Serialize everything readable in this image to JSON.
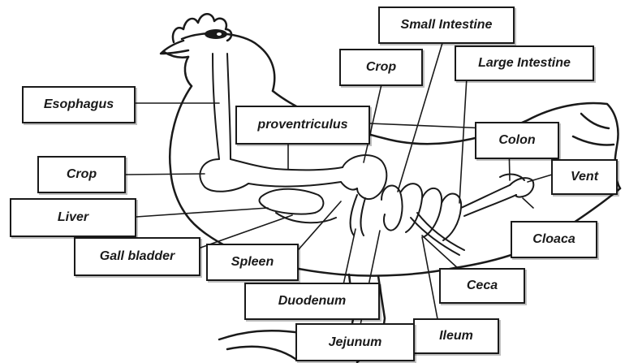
{
  "labels": {
    "small_intestine": "Small Intestine",
    "crop_top": "Crop",
    "large_intestine": "Large Intestine",
    "esophagus": "Esophagus",
    "proventriculus": "proventriculus",
    "colon": "Colon",
    "vent": "Vent",
    "crop_left": "Crop",
    "liver": "Liver",
    "cloaca": "Cloaca",
    "gall_bladder": "Gall bladder",
    "spleen": "Spleen",
    "ceca": "Ceca",
    "duodenum": "Duodenum",
    "ileum": "Ileum",
    "jejunum": "Jejunum"
  },
  "colors": {
    "outline": "#1a1a1a",
    "background": "#ffffff"
  }
}
